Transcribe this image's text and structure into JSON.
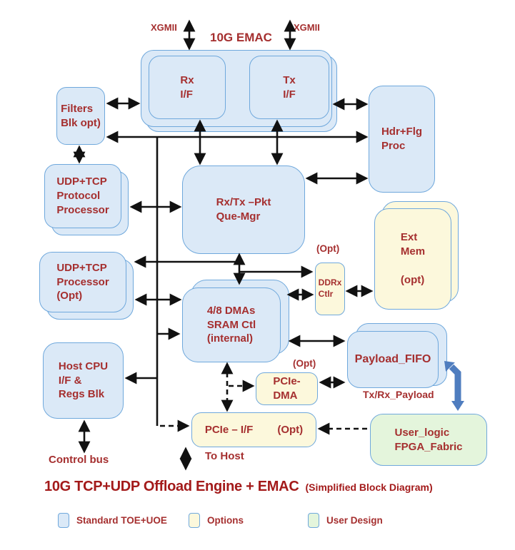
{
  "colors": {
    "standard_fill": "#dbe9f7",
    "options_fill": "#fcf8dc",
    "user_fill": "#e4f5dc",
    "box_border": "#6fa8dc",
    "text_red": "#a52f2f",
    "title_red": "#a31a1a",
    "arrow_black": "#111111",
    "big_arrow_blue": "#4f7dbf"
  },
  "top": {
    "xgmii_left": "XGMII",
    "emac_title": "10G EMAC",
    "xgmii_right": "XGMII"
  },
  "blocks": {
    "filters": "Filters\nBlk opt)",
    "rx_if": "Rx\nI/F",
    "tx_if": "Tx\nI/F",
    "hdr_flg": "Hdr+Flg\nProc",
    "protocol_processor": "UDP+TCP\nProtocol\nProcessor",
    "udp_processor": "UDP+TCP\nProcessor\n(Opt)",
    "que_mgr": "Rx/Tx –Pkt\nQue-Mgr",
    "ddrx_ctlr": "DDRx\nCtlr",
    "ext_mem": "Ext\nMem\n\n(opt)",
    "dmas": "4/8 DMAs\nSRAM Ctl\n(internal)",
    "host_cpu": "Host CPU\nI/F  &\nRegs Blk",
    "payload_fifo": "Payload_FIFO",
    "pcie_dma": "PCIe-\nDMA",
    "pcie_if": "PCIe – I/F",
    "pcie_if_opt": "(Opt)",
    "user_logic": "User_logic\nFPGA_Fabric"
  },
  "annotations": {
    "ddrx_opt": "(Opt)",
    "pcie_dma_opt": "(Opt)",
    "tx_rx_payload": "Tx/Rx_Payload",
    "to_host": "To Host",
    "control_bus": "Control bus"
  },
  "footer": {
    "title": "10G TCP+UDP Offload Engine + EMAC",
    "subtitle": "(Simplified Block Diagram)"
  },
  "legend": {
    "items": [
      {
        "label": "Standard TOE+UOE",
        "color": "#dbe9f7"
      },
      {
        "label": "Options",
        "color": "#fcf8dc"
      },
      {
        "label": "User Design",
        "color": "#e4f5dc"
      }
    ]
  }
}
